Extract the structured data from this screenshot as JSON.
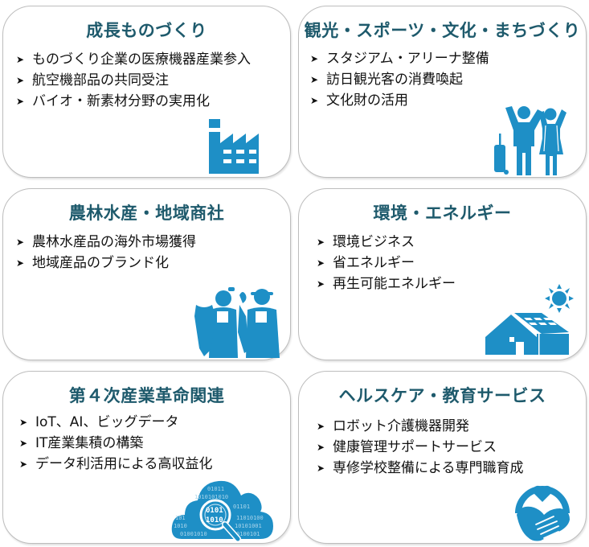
{
  "colors": {
    "title": "#1e5a6c",
    "icon": "#1e8fc6",
    "border": "#bdbdbd",
    "text": "#111111"
  },
  "bullet_glyph": "➤",
  "cards": [
    {
      "title": "成長ものづくり",
      "icon": "factory-icon",
      "items": [
        "ものづくり企業の医療機器産業参入",
        "航空機部品の共同受注",
        "バイオ・新素材分野の実用化"
      ]
    },
    {
      "title": "観光・スポーツ・文化・まちづくり",
      "icon": "tourists-icon",
      "items": [
        "スタジアム・アリーナ整備",
        "訪日観光客の消費喚起",
        "文化財の活用"
      ]
    },
    {
      "title": "農林水産・地域商社",
      "icon": "farmers-fishers-icon",
      "items": [
        "農林水産品の海外市場獲得",
        "地域産品のブランド化"
      ]
    },
    {
      "title": "環境・エネルギー",
      "icon": "solar-house-icon",
      "items": [
        "環境ビジネス",
        "省エネルギー",
        "再生可能エネルギー"
      ]
    },
    {
      "title": "第４次産業革命関連",
      "icon": "data-cloud-search-icon",
      "items": [
        "IoT、AI、ビッグデータ",
        "IT産業集積の構築",
        "データ利活用による高収益化"
      ]
    },
    {
      "title": "ヘルスケア・教育サービス",
      "icon": "caring-hands-heart-icon",
      "items": [
        "ロボット介護機器開発",
        "健康管理サポートサービス",
        "専修学校整備による専門職育成"
      ]
    }
  ]
}
